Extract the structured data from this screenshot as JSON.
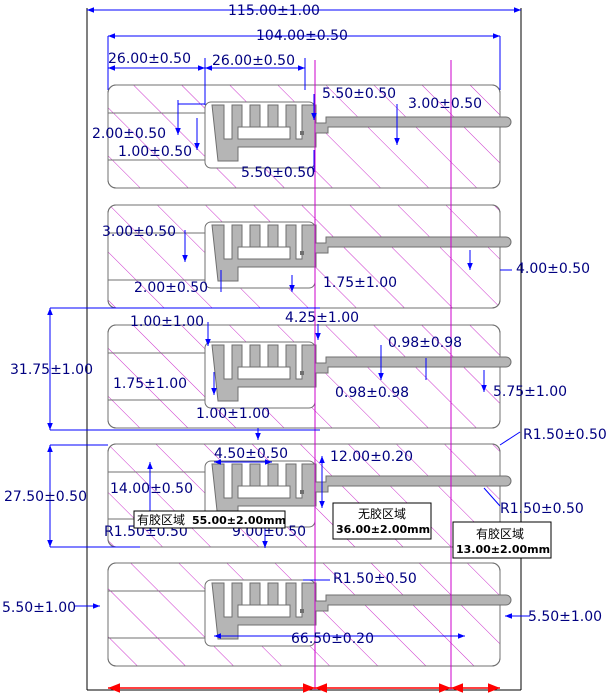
{
  "colors": {
    "background": "#ffffff",
    "dimension_line": "#0000ff",
    "dimension_text": "#000080",
    "hatch": "#cc33cc",
    "zone_line": "#cc00cc",
    "label_outline": "#707070",
    "antenna_fill": "#b0b0b0",
    "antenna_stroke": "#707070",
    "arrow_red": "#ff0000"
  },
  "dimensions": {
    "overall_width": "115.00±1.00",
    "liner_width": "104.00±0.50",
    "pitch_1": "26.00±0.50",
    "pitch_2": "26.00±0.50",
    "gap_a": "5.50±0.50",
    "strip_width": "3.00±0.50",
    "offset_a": "2.00±0.50",
    "offset_b": "1.00±0.50",
    "gap_b": "5.50±0.50",
    "notch_a": "3.00±0.50",
    "offset_c": "2.00±0.50",
    "strip_gap": "1.75±1.00",
    "edge_right": "4.00±0.50",
    "spacing": "4.25±1.00",
    "offset_d": "1.00±1.00",
    "label_pitch": "31.75±1.00",
    "tol_top": "0.98±0.98",
    "offset_e": "1.75±1.00",
    "tol_bottom": "0.98±0.98",
    "edge_right_2": "5.75±1.00",
    "offset_f": "1.00±1.00",
    "corner_radius_top": "R1.50±0.50",
    "chip_width": "4.50±0.50",
    "chip_height": "12.00±0.20",
    "label_height": "27.50±0.50",
    "inlay_height": "14.00±0.50",
    "corner_radius_mid": "R1.50±0.50",
    "corner_radius_left": "R1.50±0.50",
    "bottom_gap": "9.00±0.50",
    "corner_radius_bottom": "R1.50±0.50",
    "left_margin": "5.50±1.00",
    "right_margin": "5.50±1.00",
    "strap_length": "66.50±0.20"
  },
  "zones": {
    "adhesive_left": {
      "title": "有胶区域",
      "value": "55.00±2.00mm"
    },
    "non_adhesive": {
      "title": "无胶区域",
      "value": "36.00±2.00mm"
    },
    "adhesive_right": {
      "title": "有胶区域",
      "value": "13.00±2.00mm"
    }
  },
  "labels_count": 5
}
